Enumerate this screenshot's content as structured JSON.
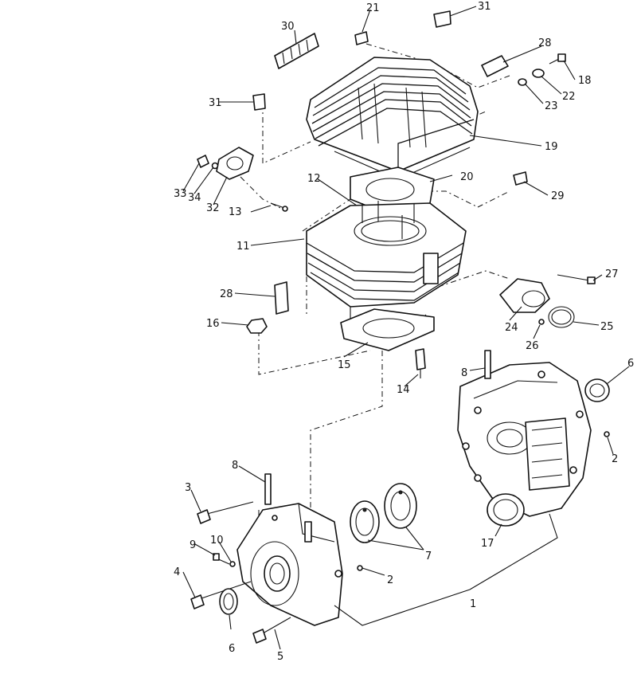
{
  "callouts": {
    "c1": "1",
    "c2a": "2",
    "c2b": "2",
    "c3": "3",
    "c4": "4",
    "c5": "5",
    "c6a": "6",
    "c6b": "6",
    "c7": "7",
    "c8a": "8",
    "c8b": "8",
    "c9": "9",
    "c10": "10",
    "c11": "11",
    "c12": "12",
    "c13": "13",
    "c14": "14",
    "c15": "15",
    "c16": "16",
    "c17": "17",
    "c18": "18",
    "c19": "19",
    "c20": "20",
    "c21": "21",
    "c22": "22",
    "c23": "23",
    "c24": "24",
    "c25": "25",
    "c26": "26",
    "c27": "27",
    "c28a": "28",
    "c28b": "28",
    "c29": "29",
    "c30": "30",
    "c31a": "31",
    "c31b": "31",
    "c32": "32",
    "c33": "33",
    "c34": "34"
  }
}
